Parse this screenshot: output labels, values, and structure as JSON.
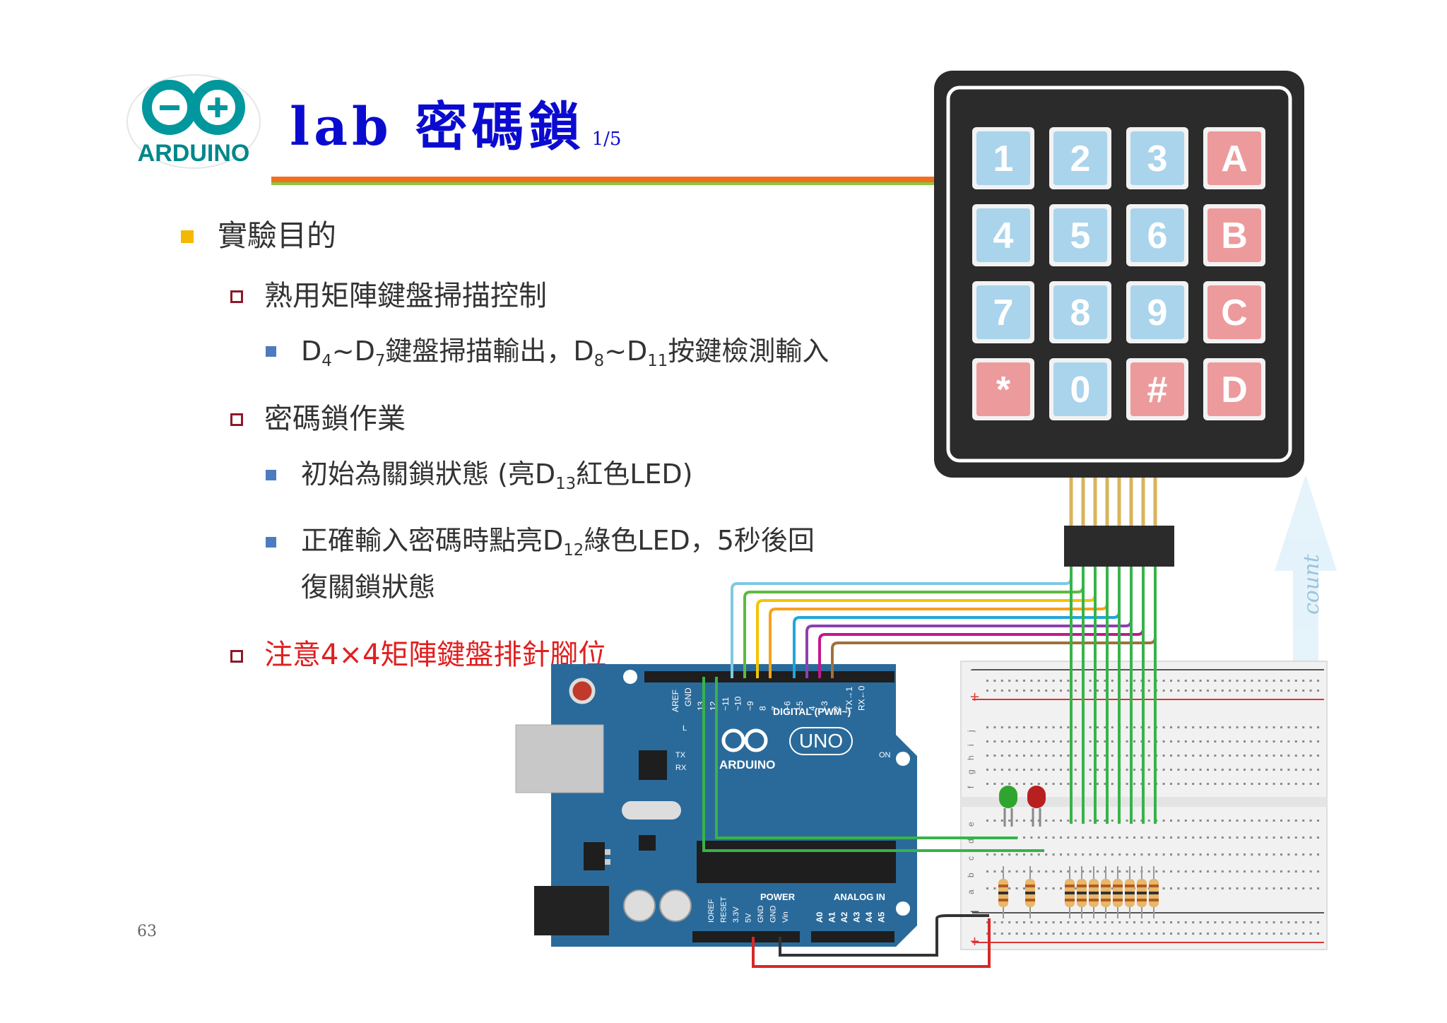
{
  "header": {
    "logo_text": "ARDUINO",
    "title": "lab 密碼鎖",
    "page_fraction": "1/5"
  },
  "bullets": {
    "b1": "實驗目的",
    "b1_1": "熟用矩陣鍵盤掃描控制",
    "b1_1_1": {
      "p1": "D",
      "s1": "4",
      "p2": "~D",
      "s2": "7",
      "p3": "鍵盤掃描輸出，D",
      "s3": "8",
      "p4": "~D",
      "s4": "11",
      "p5": "按鍵檢測輸入"
    },
    "b2": "密碼鎖作業",
    "b2_1": {
      "p1": "初始為關鎖狀態 (亮D",
      "s1": "13",
      "p2": "紅色LED)"
    },
    "b2_2": {
      "p1": "正確輸入密碼時點亮D",
      "s1": "12",
      "p2": "綠色LED，5秒後回",
      "line2": "復關鎖狀態"
    },
    "b3": "注意4×4矩陣鍵盤排針腳位"
  },
  "page_number": "63",
  "keypad": {
    "keys": [
      "1",
      "2",
      "3",
      "A",
      "4",
      "5",
      "6",
      "B",
      "7",
      "8",
      "9",
      "C",
      "*",
      "0",
      "#",
      "D"
    ],
    "blue": "#a9d4ec",
    "red": "#ec9a9c"
  },
  "arduino": {
    "digital_label": "DIGITAL (PWM~)",
    "uno_label": "UNO",
    "brand": "ARDUINO",
    "power_label": "POWER",
    "analog_label": "ANALOG IN",
    "on_label": "ON",
    "aref": "AREF",
    "gnd": "GND",
    "l_label": "L",
    "tx_label": "TX",
    "rx_label": "RX",
    "pin_labels": [
      "13",
      "12",
      "~11",
      "~10",
      "~9",
      "8",
      "7",
      "~6",
      "~5",
      "4",
      "~3",
      "2",
      "TX→1",
      "RX←0"
    ],
    "power_pins": [
      "IOREF",
      "RESET",
      "3.3V",
      "5V",
      "GND",
      "GND",
      "Vin"
    ],
    "analog_pins": [
      "A0",
      "A1",
      "A2",
      "A3",
      "A4",
      "A5"
    ]
  },
  "breadboard": {
    "minus": "−",
    "plus": "+",
    "row_letters": [
      "j",
      "i",
      "h",
      "g",
      "f",
      "e",
      "d",
      "c",
      "b",
      "a"
    ]
  },
  "arrow_text": "count",
  "colors": {
    "title_blue": "#0b0bd0",
    "rule_orange": "#f07020",
    "rule_green": "#8cc63f",
    "board_blue": "#2a6a9a",
    "wire_colors": [
      "#7ec8e3",
      "#5dbb3f",
      "#f5c400",
      "#f7a21b",
      "#1fa7d8",
      "#8e3fb0",
      "#c2188d",
      "#a0713a"
    ]
  }
}
